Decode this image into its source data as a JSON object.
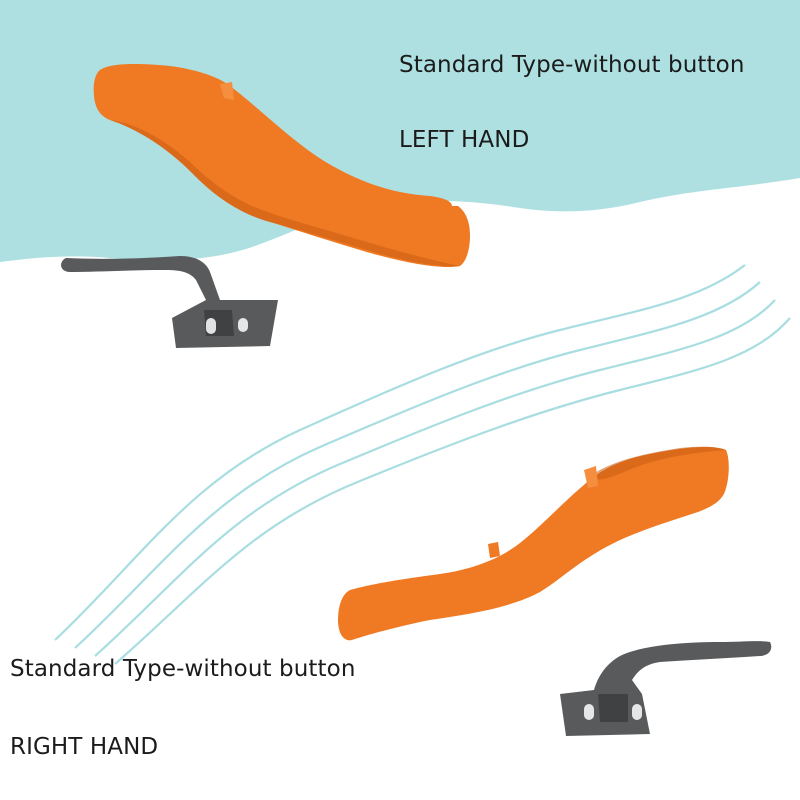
{
  "colors": {
    "background": "#ffffff",
    "wave_fill": "#aee0e2",
    "wave_lines": "#a8dde1",
    "handle_orange": "#f07a24",
    "handle_orange_shadow": "#c85c12",
    "latch_gray": "#585a5c",
    "latch_dark": "#3f4143",
    "text": "#1b1b1b"
  },
  "left_hand": {
    "title": "Standard Type-without button",
    "hand_label": "LEFT HAND",
    "handle_icon": "orange-lever-handle-left",
    "latch_icon": "gray-latch-left"
  },
  "right_hand": {
    "title": "Standard Type-without button",
    "hand_label": "RIGHT HAND",
    "handle_icon": "orange-lever-handle-right",
    "latch_icon": "gray-latch-right"
  }
}
